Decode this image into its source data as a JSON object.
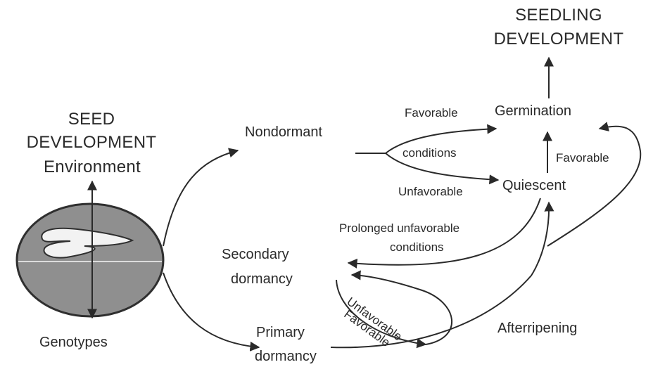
{
  "title": {
    "seedling_line1": "SEEDLING",
    "seedling_line2": "DEVELOPMENT",
    "seed_line1": "SEED",
    "seed_line2": "DEVELOPMENT"
  },
  "nodes": {
    "environment": "Environment",
    "genotypes": "Genotypes",
    "nondormant": "Nondormant",
    "germination": "Germination",
    "quiescent": "Quiescent",
    "secondary_line1": "Secondary",
    "secondary_line2": "dormancy",
    "primary_line1": "Primary",
    "primary_line2": "dormancy"
  },
  "edge_labels": {
    "favorable_top": "Favorable",
    "conditions": "conditions",
    "unfavorable": "Unfavorable",
    "favorable_right": "Favorable",
    "prolonged_line1": "Prolonged unfavorable",
    "prolonged_line2": "conditions",
    "unfavorable_rot": "Unfavorable",
    "favorable_rot": "Favorable",
    "afterripening": "Afterripening"
  },
  "colors": {
    "line": "#2a2a2a",
    "seed_fill": "#8f8f8f",
    "seed_stroke": "#2f2f2f",
    "embryo_fill": "#f2f2f2"
  }
}
